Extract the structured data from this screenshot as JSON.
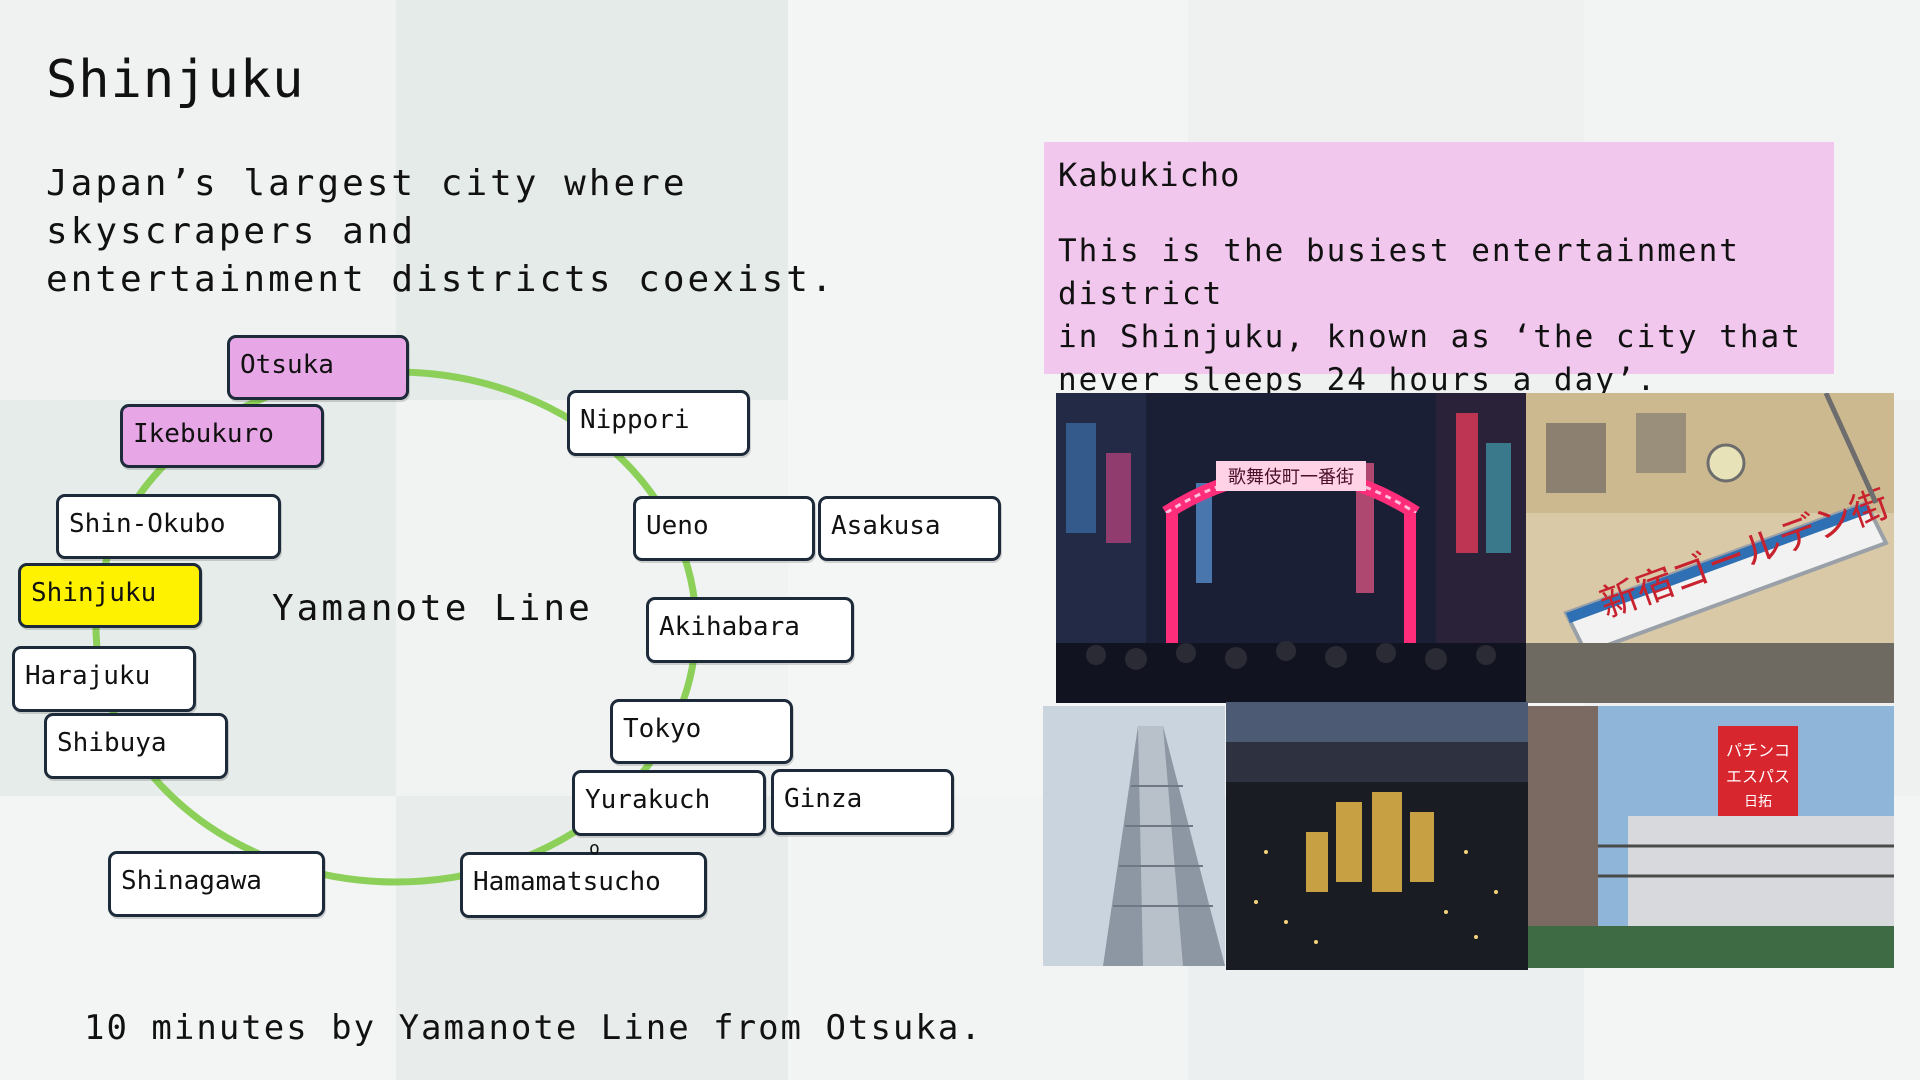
{
  "slide": {
    "title": "Shinjuku",
    "subtitle_line1": "Japan’s largest city where skyscrapers and",
    "subtitle_line2": "entertainment districts coexist.",
    "footer": "10 minutes by Yamanote Line from Otsuka."
  },
  "map": {
    "line_name": "Yamanote Line",
    "line_color": "#8cd05a",
    "highlight_origin_color": "#e7a6e6",
    "highlight_current_color": "#fff200",
    "stray_glyph": "o",
    "stations": {
      "otsuka": "Otsuka",
      "ikebukuro": "Ikebukuro",
      "shin_okubo": "Shin-Okubo",
      "shinjuku": "Shinjuku",
      "harajuku": "Harajuku",
      "shibuya": "Shibuya",
      "shinagawa": "Shinagawa",
      "hamamatsucho": "Hamamatsucho",
      "yurakucho": "Yurakuch",
      "ginza": "Ginza",
      "tokyo": "Tokyo",
      "akihabara": "Akihabara",
      "ueno": "Ueno",
      "asakusa": "Asakusa",
      "nippori": "Nippori"
    }
  },
  "info": {
    "title": "Kabukicho",
    "text_line1": "This is the busiest entertainment district",
    "text_line2": "in Shinjuku, known as ‘the city that",
    "text_line3": "never sleeps 24 hours a day’.",
    "box_color": "#f1c7ee"
  },
  "photos": {
    "kabukicho_sign": "歌舞伎町一番街",
    "golden_gai_sign": "新宿ゴールデン街",
    "pachinko_sign_1": "パチンコ",
    "pachinko_sign_2": "エスパス",
    "pachinko_sign_3": "日拓"
  }
}
